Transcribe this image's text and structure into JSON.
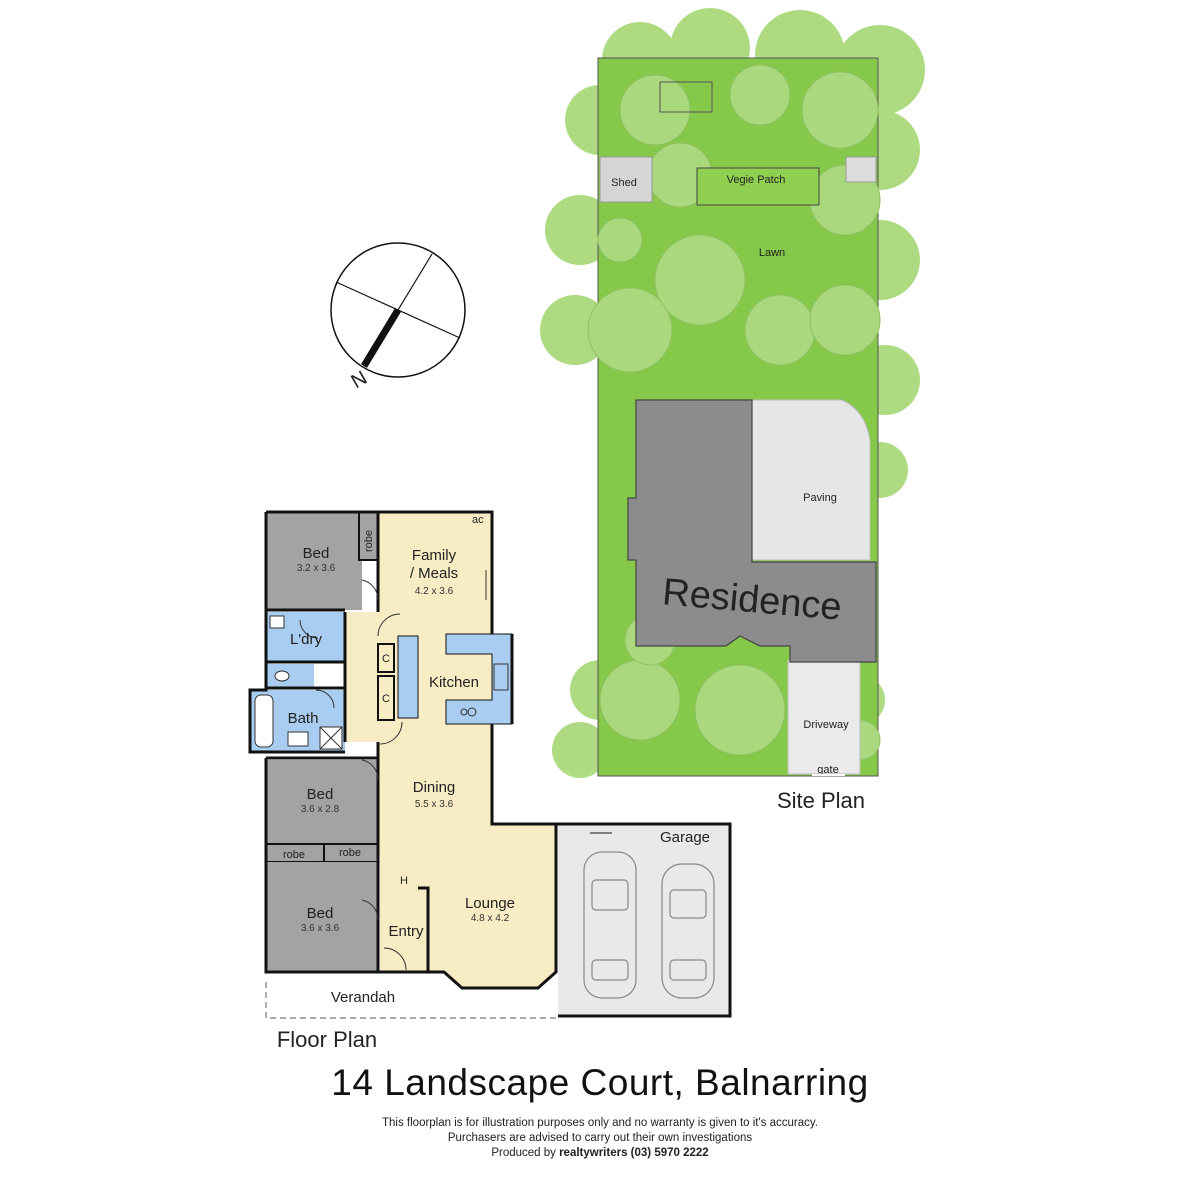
{
  "site_plan": {
    "title": "Site Plan",
    "labels": {
      "shed": "Shed",
      "vegie_patch": "Vegie Patch",
      "lawn": "Lawn",
      "paving": "Paving",
      "residence": "Residence",
      "driveway": "Driveway",
      "gate": "gate"
    },
    "colors": {
      "lawn": "#7cc044",
      "tree": "#9fd36b",
      "residence": "#8c8c8c",
      "paving": "#e6e6e6"
    }
  },
  "compass": {
    "north_label": "N"
  },
  "floor_plan": {
    "title": "Floor Plan",
    "colors": {
      "living": "#f8ecc5",
      "bedroom": "#a3a3a3",
      "wet": "#a8cdf0",
      "garage": "#e9e9e9",
      "wall": "#111111"
    },
    "rooms": {
      "bed1": {
        "name": "Bed",
        "dims": "3.2 x 3.6"
      },
      "bed2": {
        "name": "Bed",
        "dims": "3.6 x 2.8"
      },
      "bed3": {
        "name": "Bed",
        "dims": "3.6 x 3.6"
      },
      "family": {
        "name_line1": "Family",
        "name_line2": "/ Meals",
        "dims": "4.2 x 3.6"
      },
      "kitchen": {
        "name": "Kitchen"
      },
      "laundry": {
        "name": "L'dry"
      },
      "bath": {
        "name": "Bath"
      },
      "dining": {
        "name": "Dining",
        "dims": "5.5 x 3.6"
      },
      "lounge": {
        "name": "Lounge",
        "dims": "4.8 x 4.2"
      },
      "entry": {
        "name": "Entry"
      },
      "garage": {
        "name": "Garage"
      },
      "verandah": {
        "name": "Verandah"
      }
    },
    "fixtures": {
      "robe": "robe",
      "cupboard": "C",
      "aircon": "ac",
      "heater": "H"
    }
  },
  "address": "14 Landscape Court, Balnarring",
  "disclaimer": {
    "line1": "This floorplan is for illustration purposes only and no warranty is given to it's accuracy.",
    "line2": "Purchasers are advised to carry out their own investigations",
    "line3_prefix": "Produced by ",
    "line3_brand": "realtywriters",
    "line3_phone": " (03) 5970 2222"
  }
}
